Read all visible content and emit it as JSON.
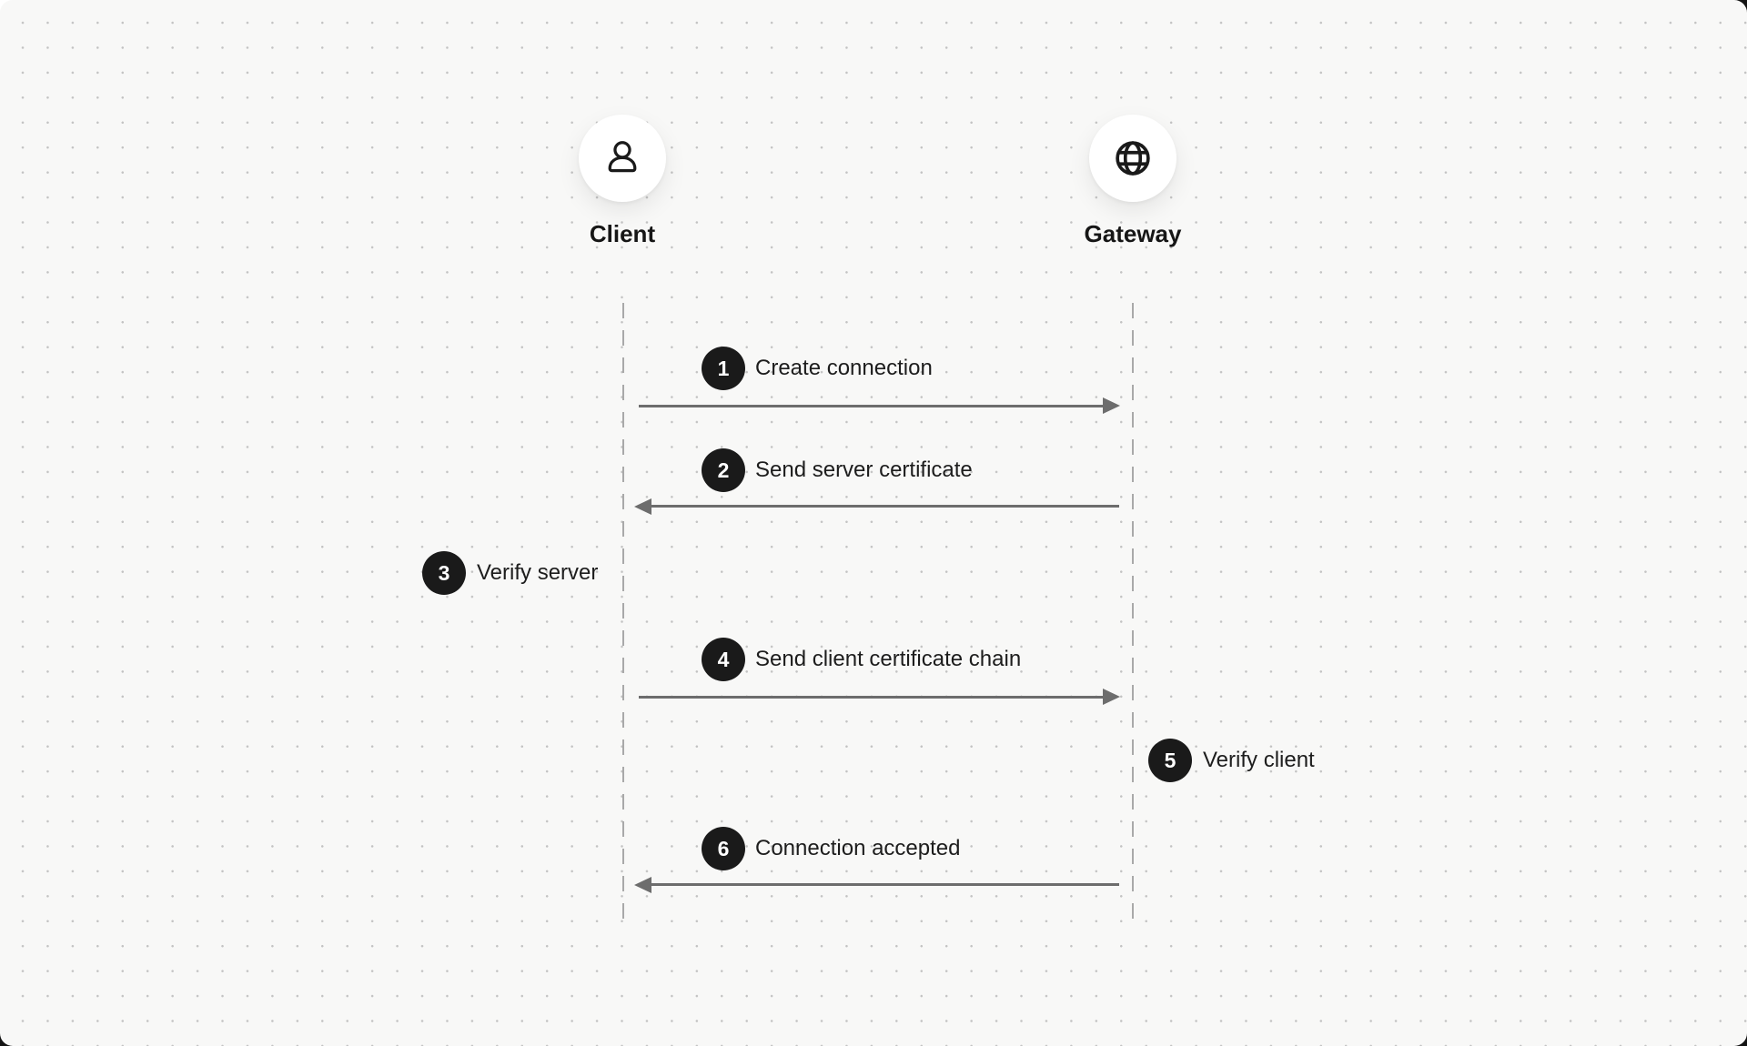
{
  "diagram": {
    "type": "sequence-diagram",
    "actors": {
      "client": {
        "label": "Client",
        "icon": "user-icon"
      },
      "gateway": {
        "label": "Gateway",
        "icon": "globe-icon"
      }
    },
    "steps": [
      {
        "num": "1",
        "label": "Create connection",
        "from": "client",
        "to": "gateway",
        "kind": "message-right"
      },
      {
        "num": "2",
        "label": "Send server certificate",
        "from": "gateway",
        "to": "client",
        "kind": "message-left"
      },
      {
        "num": "3",
        "label": "Verify server",
        "actor": "client",
        "kind": "self-action"
      },
      {
        "num": "4",
        "label": "Send client certificate chain",
        "from": "client",
        "to": "gateway",
        "kind": "message-right"
      },
      {
        "num": "5",
        "label": "Verify client",
        "actor": "gateway",
        "kind": "self-action"
      },
      {
        "num": "6",
        "label": "Connection accepted",
        "from": "gateway",
        "to": "client",
        "kind": "message-left"
      }
    ],
    "colors": {
      "canvas_background": "#f8f8f7",
      "grid_dot": "#c3c3c3",
      "arrow": "#6d6d6d",
      "lifeline": "#a9a9a9",
      "badge_background": "#1a1a1a",
      "badge_text": "#ffffff",
      "text": "#1d1d1d"
    }
  }
}
